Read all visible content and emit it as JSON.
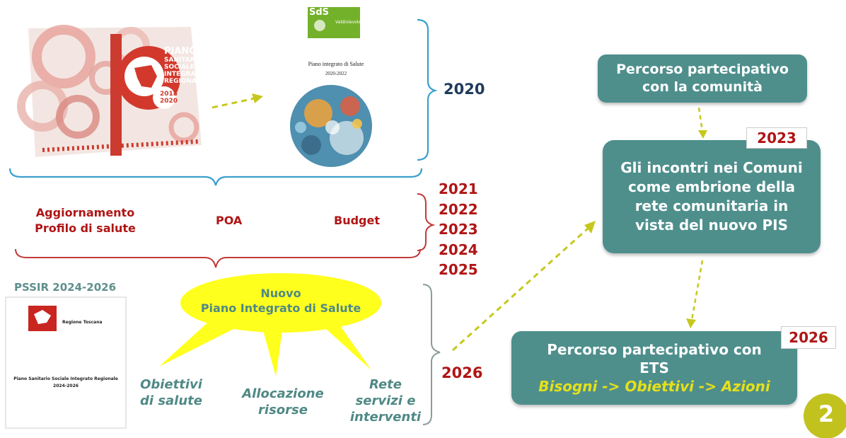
{
  "top": {
    "cover": {
      "title_lines": [
        "PIANO",
        "SANITARIO",
        "SOCIALE",
        "INTEGRATO",
        "REGIONALE"
      ],
      "years": [
        "2018",
        "2020"
      ]
    },
    "pis_doc": {
      "logo_text": "SdS",
      "logo_sub": "Valdinievole",
      "title": "Piano integrato di Salute",
      "years": "2020-2022"
    },
    "year": "2020"
  },
  "middle": {
    "items": [
      "Aggiornamento",
      "Profilo di salute",
      "POA",
      "Budget"
    ],
    "years": [
      "2021",
      "2022",
      "2023",
      "2024",
      "2025"
    ]
  },
  "bottom": {
    "pssir_label": "PSSIR 2024-2026",
    "pssir_doc": {
      "region": "Regione Toscana",
      "title": "Piano Sanitario Sociale Integrato Regionale",
      "years": "2024-2026"
    },
    "center_lines": [
      "Nuovo",
      "Piano Integrato di Salute"
    ],
    "rays": [
      {
        "lines": [
          "Obiettivi",
          "di salute"
        ]
      },
      {
        "lines": [
          "Allocazione",
          "risorse"
        ]
      },
      {
        "lines": [
          "Rete",
          "servizi e",
          "interventi"
        ]
      }
    ],
    "year": "2026"
  },
  "flow": {
    "box1": {
      "lines": [
        "Percorso partecipativo",
        "con la comunità"
      ]
    },
    "box2": {
      "tag": "2023",
      "lines": [
        "Gli incontri nei Comuni",
        "come embrione della",
        "rete comunitaria in",
        "vista del nuovo PIS"
      ]
    },
    "box3": {
      "tag": "2026",
      "lines": [
        "Percorso partecipativo con",
        "ETS"
      ],
      "subline": "Bisogni -> Obiettivi -> Azioni"
    }
  },
  "page_number": "2",
  "colors": {
    "teal": "#4e8f8c",
    "red": "#b01515",
    "navy": "#1f3a5c",
    "yellow": "#ffff1e",
    "olive": "#c6c81e",
    "bracket": "#3aa0cc"
  }
}
